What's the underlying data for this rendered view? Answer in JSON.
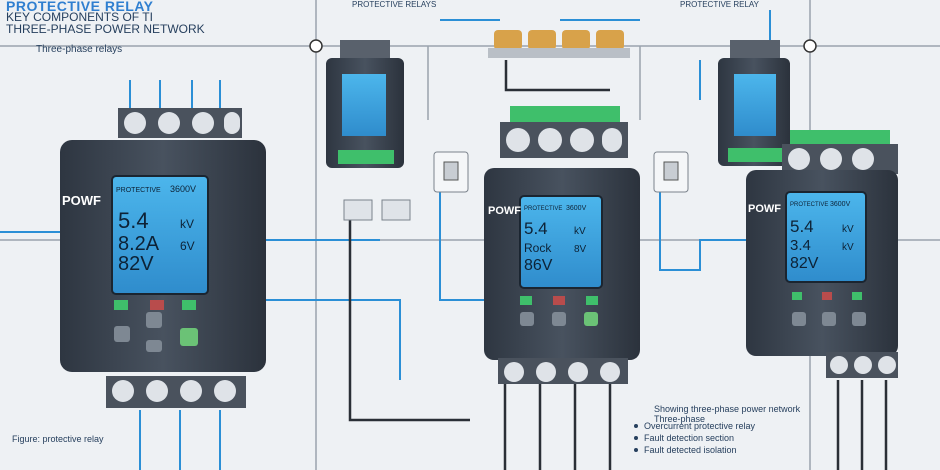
{
  "header": {
    "title": "PROTECTIVE RELAY",
    "subtitle_line1": "KEY COMPONENTS OF TI",
    "subtitle_line2": "THREE-PHASE POWER NETWORK",
    "subtitle_line3": "Three-phase relays",
    "top_label_left": "PROTECTIVE RELAYS",
    "top_label_right": "PROTECTIVE RELAY"
  },
  "relays": [
    {
      "brand": "POWF",
      "screen_top_left": "PROTECTIVE",
      "screen_top_right": "3600V",
      "line1": "5.4",
      "line1_unit": "kV",
      "line2": "8.2A",
      "line2_unit": "6V",
      "line3": "82V"
    },
    {
      "brand": "POWF",
      "screen_top_left": "PROTECTIVE",
      "screen_top_right": "3600V",
      "line1": "5.4",
      "line1_unit": "kV",
      "line2": "Rock",
      "line2_unit": "8V",
      "line3": "86V"
    },
    {
      "brand": "POWF",
      "screen_top_left": "PROTECTIVE",
      "screen_top_right": "3600V",
      "line1": "5.4",
      "line1_unit": "kV",
      "line2": "3.4",
      "line2_unit": "kV",
      "line3": "82V"
    }
  ],
  "captions": {
    "bottom_left": "Figure: protective relay",
    "legend_title": "Showing three-phase power network",
    "legend_sub": "Three-phase",
    "legend_items": [
      "Overcurrent protective relay",
      "Fault detection section",
      "Fault detected isolation"
    ]
  },
  "colors": {
    "relay_body": "#3b4552",
    "screen": "#3aa2dc",
    "wire_blue": "#2b8fd6",
    "wire_dark": "#2a2f36",
    "terminal_green": "#3fbf6b",
    "bg": "#eef1f4"
  }
}
